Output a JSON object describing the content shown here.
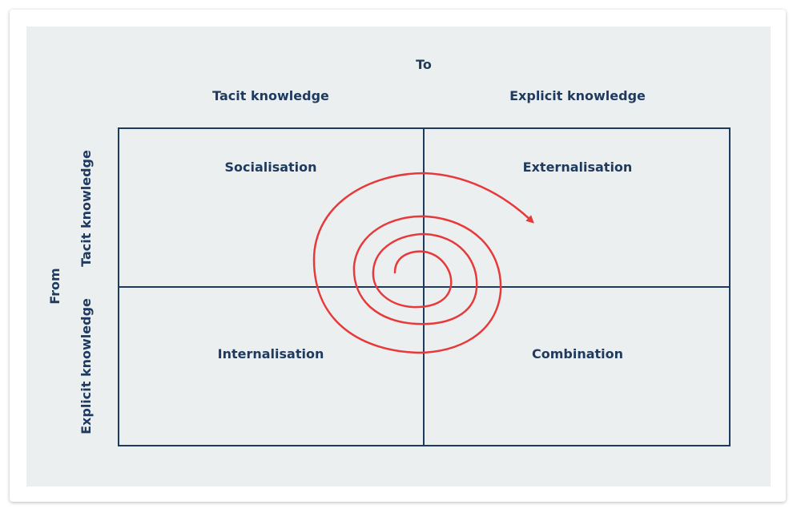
{
  "header": {
    "to_label": "To",
    "col_tacit": "Tacit knowledge",
    "col_explicit": "Explicit knowledge"
  },
  "side": {
    "from_label": "From",
    "row_tacit": "Tacit knowledge",
    "row_explicit": "Explicit knowledge"
  },
  "quadrants": {
    "top_left": "Socialisation",
    "top_right": "Externalisation",
    "bottom_left": "Internalisation",
    "bottom_right": "Combination"
  },
  "colors": {
    "grid": "#1f3a5f",
    "spiral": "#e8393a",
    "text": "#1f3a5f",
    "background": "#eceff0"
  }
}
